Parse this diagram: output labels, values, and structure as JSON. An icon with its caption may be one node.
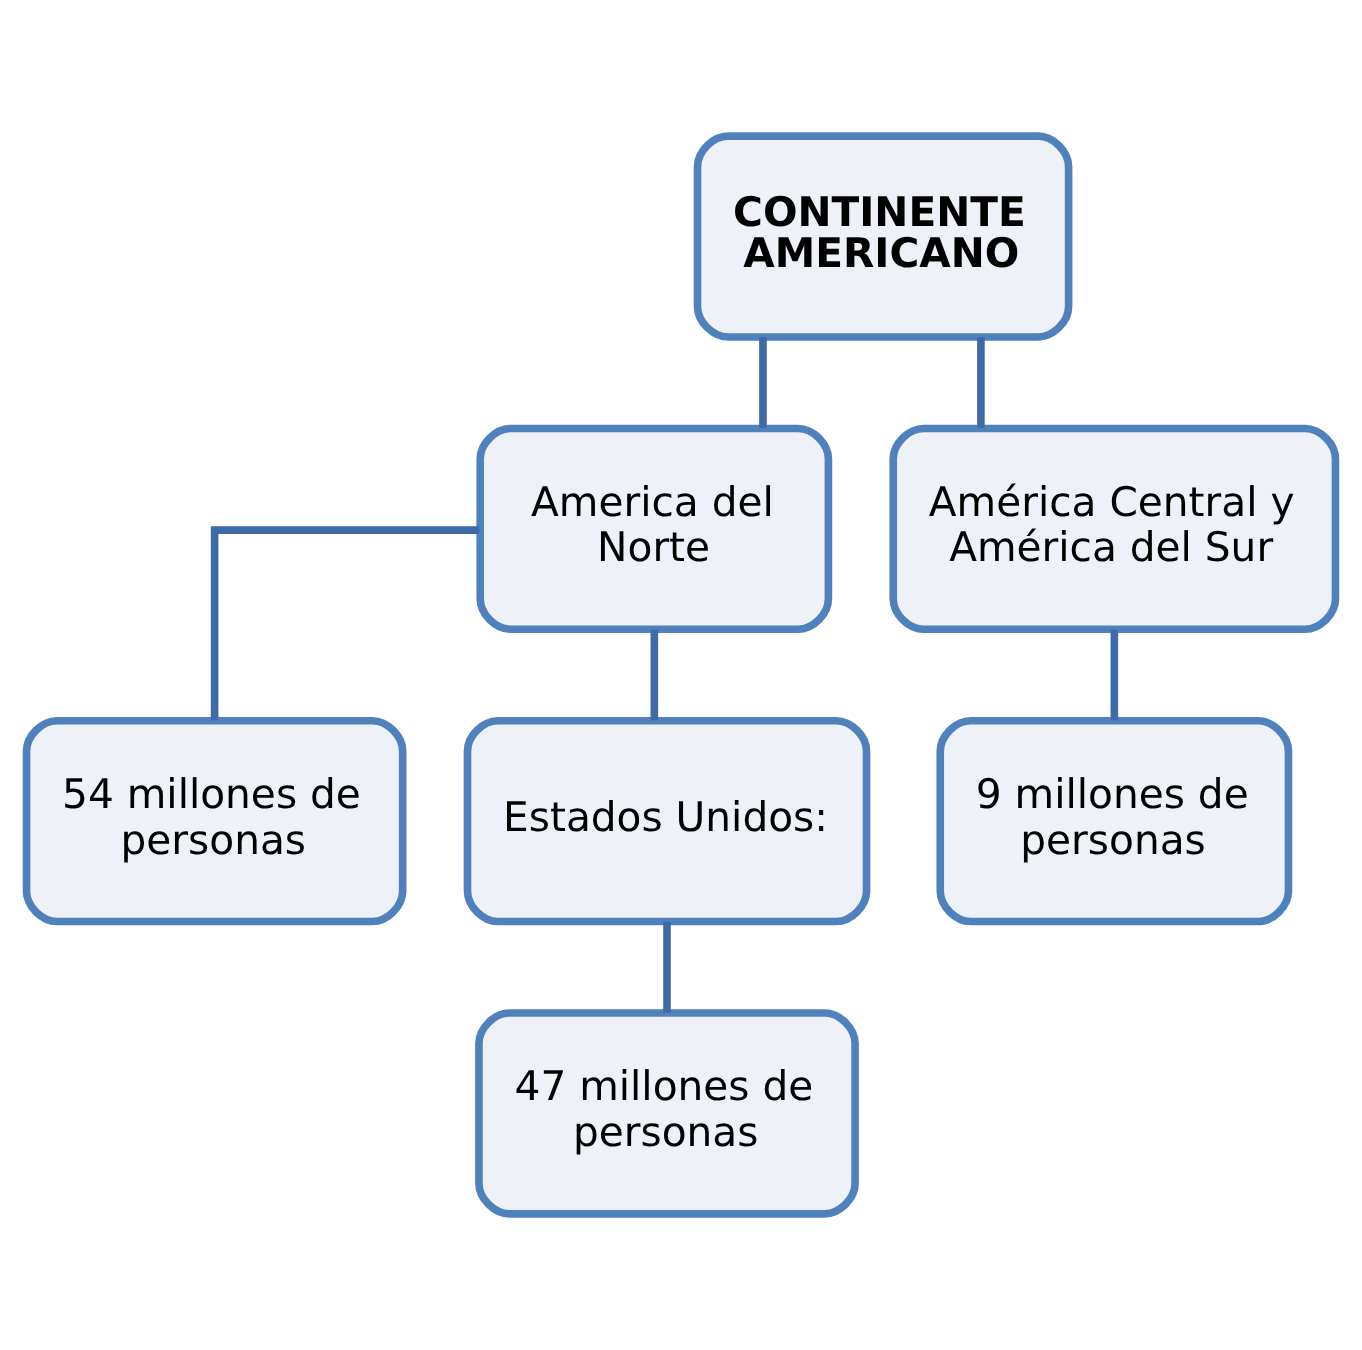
{
  "diagram": {
    "nodes": [
      {
        "text": [
          "CONTINENTE AMERICANO"
        ]
      },
      {
        "text": [
          "America del Norte"
        ]
      },
      {
        "text": [
          "América Central y América del Sur"
        ]
      },
      {
        "text": [
          "54 millones de personas"
        ]
      },
      {
        "text": [
          "Estados Unidos:"
        ]
      },
      {
        "text": [
          "9 millones de personas"
        ]
      },
      {
        "text": [
          "47 millones de personas"
        ]
      }
    ],
    "edges": [
      {
        "from": 0,
        "to": 1,
        "arrow": "none"
      },
      {
        "from": 0,
        "to": 2,
        "arrow": "none"
      },
      {
        "from": 1,
        "to": 3,
        "arrow": "none"
      },
      {
        "from": 1,
        "to": 4,
        "arrow": "none"
      },
      {
        "from": 2,
        "to": 5,
        "arrow": "none"
      },
      {
        "from": 4,
        "to": 6,
        "arrow": "none"
      }
    ]
  }
}
